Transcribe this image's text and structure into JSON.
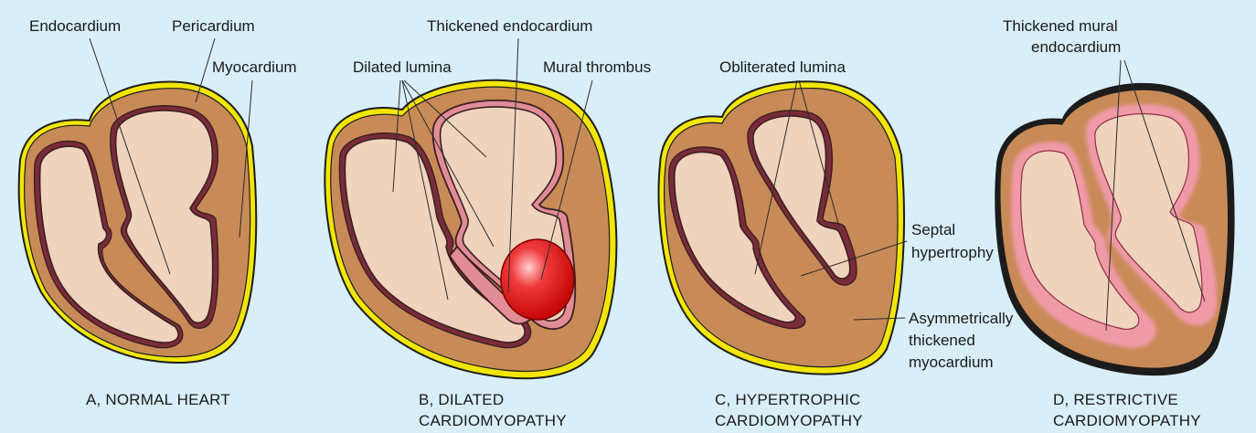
{
  "colors": {
    "background": "#d8eef8",
    "pericardium": "#f2e600",
    "myocardium": "#c88a57",
    "lumen": "#f0d3bd",
    "endocardium": "#7a2b3a",
    "thickened_endocardium": "#e28c98",
    "thrombus": "#e01010"
  },
  "panels": [
    {
      "caption_line1": "A, NORMAL HEART",
      "caption_line2": "",
      "labels": {
        "endocardium": "Endocardium",
        "pericardium": "Pericardium",
        "myocardium": "Myocardium"
      }
    },
    {
      "caption_line1": "B, DILATED",
      "caption_line2": "CARDIOMYOPATHY",
      "labels": {
        "thickened_endocardium": "Thickened endocardium",
        "dilated_lumina": "Dilated lumina",
        "mural_thrombus": "Mural thrombus"
      }
    },
    {
      "caption_line1": "C, HYPERTROPHIC",
      "caption_line2": "CARDIOMYOPATHY",
      "labels": {
        "obliterated_lumina": "Obliterated lumina",
        "septal_line1": "Septal",
        "septal_line2": "hypertrophy",
        "asym_line1": "Asymmetrically",
        "asym_line2": "thickened",
        "asym_line3": "myocardium"
      }
    },
    {
      "caption_line1": "D, RESTRICTIVE",
      "caption_line2": "CARDIOMYOPATHY",
      "labels": {
        "mural_line1": "Thickened mural",
        "mural_line2": "endocardium"
      }
    }
  ]
}
